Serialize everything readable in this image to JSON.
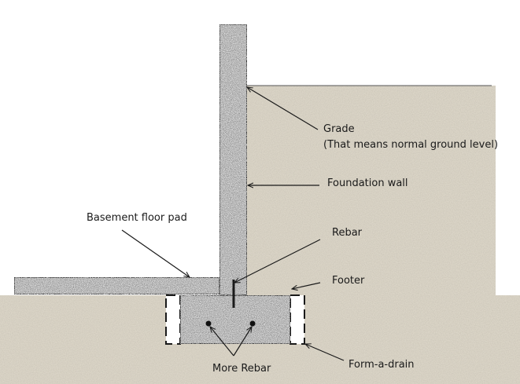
{
  "labels": {
    "grade": "Grade",
    "grade_note": "(That means normal ground level)",
    "foundation_wall": "Foundation wall",
    "basement_floor_pad": "Basement floor pad",
    "rebar": "Rebar",
    "footer": "Footer",
    "more_rebar": "More Rebar",
    "form_a_drain": "Form-a-drain"
  },
  "colors": {
    "soil": "#dcd6c8",
    "concrete": "#b4b4b4",
    "outline": "#1a1a1a"
  }
}
